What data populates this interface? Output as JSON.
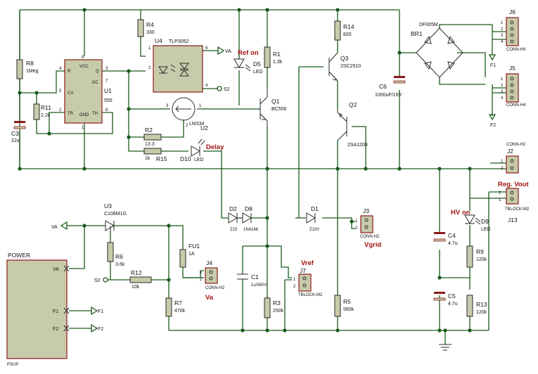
{
  "components": {
    "R8": {
      "ref": "R8",
      "value": "1Meg"
    },
    "R11": {
      "ref": "R11",
      "value": "2.2k"
    },
    "C3": {
      "ref": "C3",
      "value": "22u"
    },
    "U1": {
      "ref": "U1",
      "value": "555",
      "pins": {
        "R": "R",
        "VCC": "VCC",
        "Q": "Q",
        "DC": "DC",
        "CV": "CV",
        "TR": "TR",
        "GND": "GND",
        "TH": "TH"
      }
    },
    "R4": {
      "ref": "R4",
      "value": "330"
    },
    "U4": {
      "ref": "U4",
      "value": "TLP3052"
    },
    "D5": {
      "ref": "D5",
      "value": "LED"
    },
    "R1": {
      "ref": "R1",
      "value": "1.3k"
    },
    "Q1": {
      "ref": "Q1",
      "value": "BC556"
    },
    "U2": {
      "ref": "U2",
      "value": "LM334"
    },
    "R2": {
      "ref": "R2",
      "value": "13.3"
    },
    "R15": {
      "ref": "R15",
      "value": "1k"
    },
    "D10": {
      "ref": "D10",
      "value": "LED"
    },
    "R14": {
      "ref": "R14",
      "value": "820"
    },
    "Q3": {
      "ref": "Q3",
      "value": "2SC2910"
    },
    "Q2": {
      "ref": "Q2",
      "value": "2SA1208"
    },
    "C6": {
      "ref": "C6",
      "value": "1000uF/16V"
    },
    "BR1": {
      "ref": "BR1",
      "value": "DF005M"
    },
    "J6": {
      "ref": "J6",
      "value": "CONN-H4"
    },
    "J5": {
      "ref": "J5",
      "value": "CONN-H4"
    },
    "J2": {
      "ref": "J2",
      "value": "CONN-H2"
    },
    "J13": {
      "ref": "J13",
      "value": "TBLOCK-M2"
    },
    "U3": {
      "ref": "U3",
      "value": "C106M1G"
    },
    "R6": {
      "ref": "R6",
      "value": "3.6k"
    },
    "R12": {
      "ref": "R12",
      "value": "10k"
    },
    "FU1": {
      "ref": "FU1",
      "value": "1A"
    },
    "R7": {
      "ref": "R7",
      "value": "470k"
    },
    "J4": {
      "ref": "J4",
      "value": "CONN-H2"
    },
    "D2": {
      "ref": "D2",
      "value": "Z15"
    },
    "D8": {
      "ref": "D8",
      "value": "1N4148"
    },
    "C1": {
      "ref": "C1",
      "value": "1u/560V"
    },
    "R3": {
      "ref": "R3",
      "value": "250k"
    },
    "J7": {
      "ref": "J7",
      "value": "TBLOCK-M2"
    },
    "D1": {
      "ref": "D1",
      "value": "Z100"
    },
    "J3": {
      "ref": "J3",
      "value": "CONN-H2"
    },
    "R5": {
      "ref": "R5",
      "value": "560k"
    },
    "D9": {
      "ref": "D9",
      "value": "LED"
    },
    "C4": {
      "ref": "C4",
      "value": "4.7u"
    },
    "R9": {
      "ref": "R9",
      "value": "120k"
    },
    "C5": {
      "ref": "C5",
      "value": "4.7u"
    },
    "R13": {
      "ref": "R13",
      "value": "120k"
    },
    "POWER": {
      "ref": "POWER",
      "value": "PSUP",
      "pins": {
        "VA": "VA",
        "F1": "F1",
        "F2": "F2"
      }
    }
  },
  "annotations": {
    "ref_on": "Ref on",
    "delay": "Delay",
    "vgrid": "Vgrid",
    "va": "Va",
    "vref": "Vref",
    "hv_on": "HV on",
    "reg_vout": "Reg. Vout"
  },
  "net_labels": {
    "va_top": "VA",
    "s2_top": "S2",
    "va_left": "VA",
    "s2_left": "S2",
    "f1_j5": "F1",
    "f2_j5": "F2",
    "f1_out": "F1",
    "f2_out": "F2"
  },
  "pin_numbers": {
    "one": "1",
    "two": "2",
    "three": "3",
    "four": "4",
    "five": "5",
    "six": "6",
    "seven": "7",
    "eight": "8"
  }
}
